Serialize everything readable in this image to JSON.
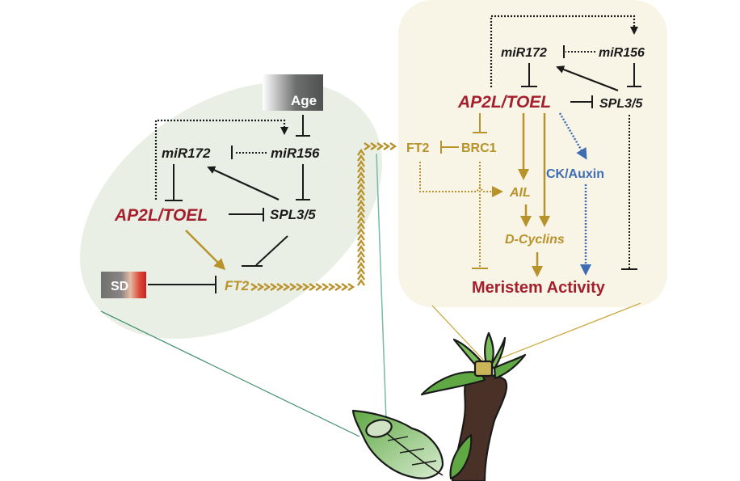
{
  "colors": {
    "left_panel_bg": "#e9efe4",
    "right_panel_bg": "#f8f4e6",
    "black": "#1a1a1a",
    "red": "#a41f2c",
    "gold": "#b8922a",
    "blue": "#3d6db3",
    "leaf_green": "#5fa844",
    "stem_brown": "#4a3128",
    "callout_left": "#3e8e6a",
    "callout_right": "#c9a434"
  },
  "left_panel": {
    "age_label": "Age",
    "sd_label": "SD",
    "mir172": "miR172",
    "mir156": "miR156",
    "ap2l": "AP2L/TOEL",
    "spl": "SPL3/5",
    "ft2": "FT2"
  },
  "right_panel": {
    "mir172": "miR172",
    "mir156": "miR156",
    "ap2l": "AP2L/TOEL",
    "spl": "SPL3/5",
    "ft2": "FT2",
    "brc1": "BRC1",
    "ck_auxin": "CK/Auxin",
    "ail": "AIL",
    "d_cyclins": "D-Cyclins",
    "meristem": "Meristem Activity"
  }
}
